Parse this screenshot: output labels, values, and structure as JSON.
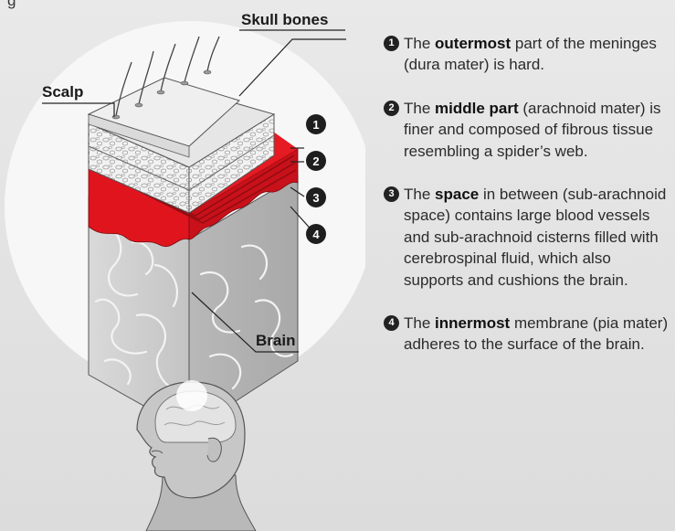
{
  "header_fragment": "g",
  "labels": {
    "skull": "Skull bones",
    "scalp": "Scalp",
    "brain": "Brain"
  },
  "badges": [
    "1",
    "2",
    "3",
    "4"
  ],
  "notes": [
    {
      "num": "1",
      "pre": "The ",
      "bold": "outermost",
      "post": " part of the meninges (dura mater) is hard."
    },
    {
      "num": "2",
      "pre": "The ",
      "bold": "middle part",
      "post": " (arachnoid mater) is finer and composed of fibrous tissue resembling a spider’s web."
    },
    {
      "num": "3",
      "pre": "The ",
      "bold": "space",
      "post": " in between (sub-arachnoid space) contains large blood vessels and sub-arachnoid cisterns filled with cerebrospinal fluid, which also supports and cushions the brain."
    },
    {
      "num": "4",
      "pre": "The ",
      "bold": "innermost",
      "post": " membrane (pia mater) adheres to the surface of the brain."
    }
  ],
  "colors": {
    "meninges_red": "#e0141d",
    "dark_red": "#a80e14",
    "bone": "#e4e4e4",
    "brain_grey": "#cfcfcf",
    "circle": "#f6f6f6"
  }
}
